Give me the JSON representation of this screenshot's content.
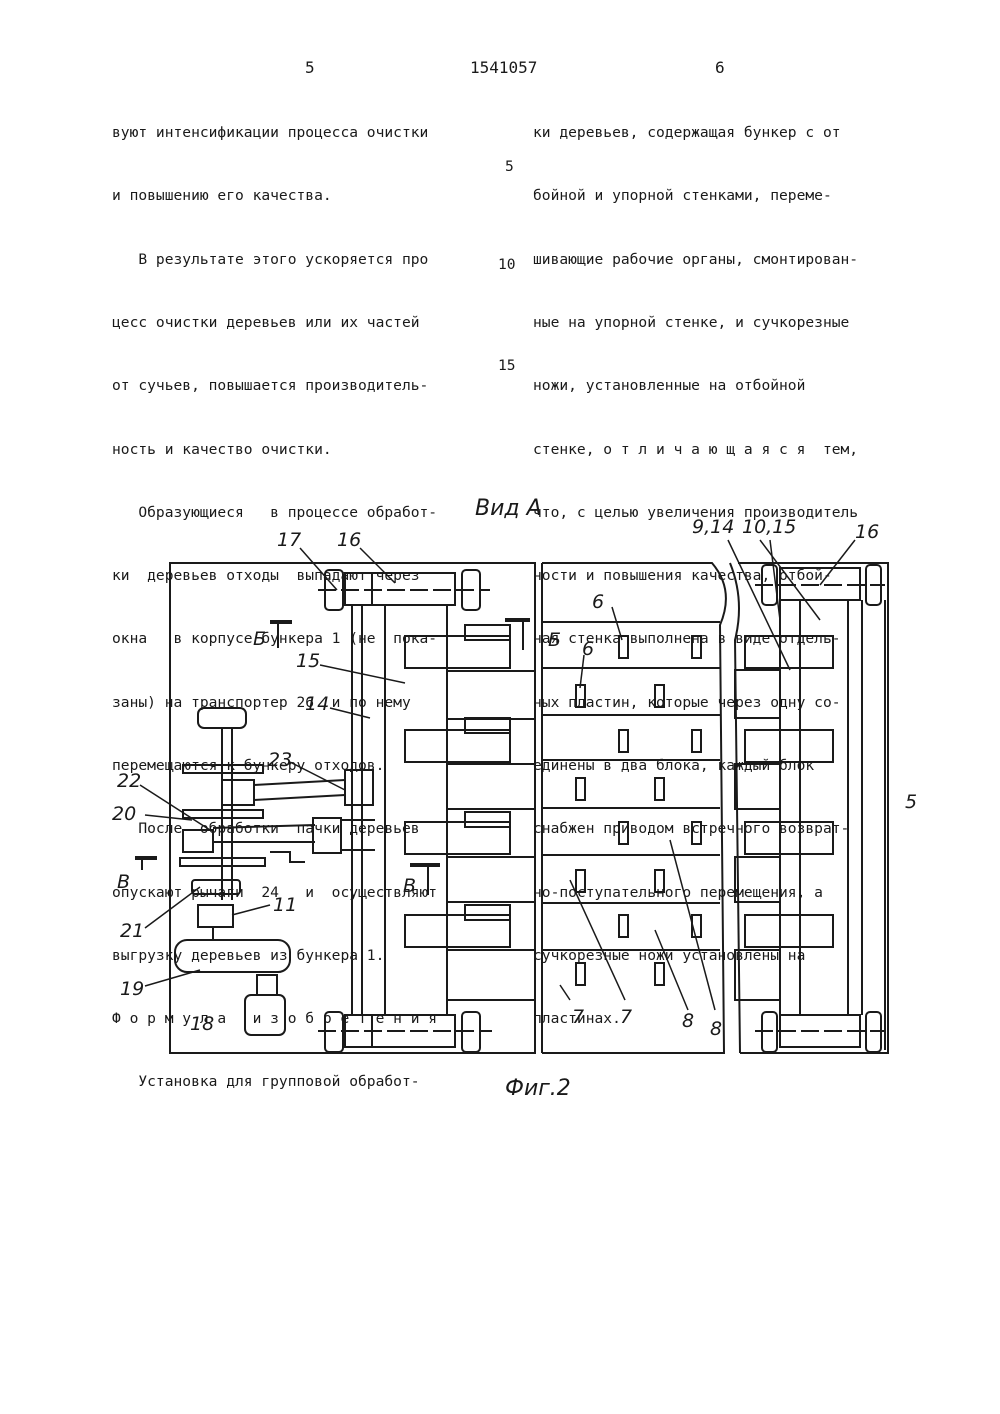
{
  "header": {
    "page_left": "5",
    "patent_number": "1541057",
    "page_right": "6"
  },
  "left_column": {
    "lines": [
      "вуют интенсификации процесса очистки",
      "и повышению его качества.",
      "   В результате этого ускоряется про",
      "цесс очистки деревьев или их частей",
      "от сучьев, повышается производитель-",
      "ность и качество очистки.",
      "   Образующиеся   в процессе обработ-",
      "ки  деревьев отходы  выпадают через",
      "окна   в корпусе бункера 1 (не  пока-",
      "заны) на транспортер 26  и по нему",
      "перемещаются к бункеру отходов.",
      "   После  обработки  пачки деревьев",
      "опускают рычаги  24   и  осуществляют",
      "выгрузку деревьев из бункера 1.",
      "Ф о р м у л а   и з о б р е т е н и я",
      "   Установка для групповой обработ-"
    ]
  },
  "right_column": {
    "lines": [
      "ки деревьев, содержащая бункер с от",
      "бойной и упорной стенками, переме-",
      "шивающие рабочие органы, смонтирован-",
      "ные на упорной стенке, и сучкорезные",
      "ножи, установленные на отбойной",
      "стенке, о т л и ч а ю щ а я с я  тем,",
      "что, с целью увеличения производитель",
      "ности и повышения качества, отбой-",
      "ная стенка выполнена в виде отдель-",
      "ных пластин, которые через одну со-",
      "единены в два блока, каждый блок",
      "снабжен приводом встречного возврат-",
      "но-поступательного перемещения, а",
      "сучкорезные ножи установлены на",
      "пластинах."
    ]
  },
  "line_numbers": [
    "5",
    "10",
    "15"
  ],
  "figure": {
    "view_title": "Вид А",
    "caption": "Фиг.2",
    "labels": {
      "l17": "17",
      "l16a": "16",
      "l16b": "16",
      "l9_14": "9,14",
      "l10_15": "10,15",
      "l15": "15",
      "l14": "14",
      "l23": "23",
      "l22": "22",
      "l20": "20",
      "l21": "21",
      "l11": "11",
      "l19": "19",
      "l18": "18",
      "l5": "5",
      "l6a": "6",
      "l6b": "6",
      "l7a": "7",
      "l7b": "7",
      "l8a": "8",
      "l8b": "8",
      "sectB1": "Б",
      "sectB2": "Б",
      "sectV1": "В",
      "sectV2": "В"
    }
  }
}
